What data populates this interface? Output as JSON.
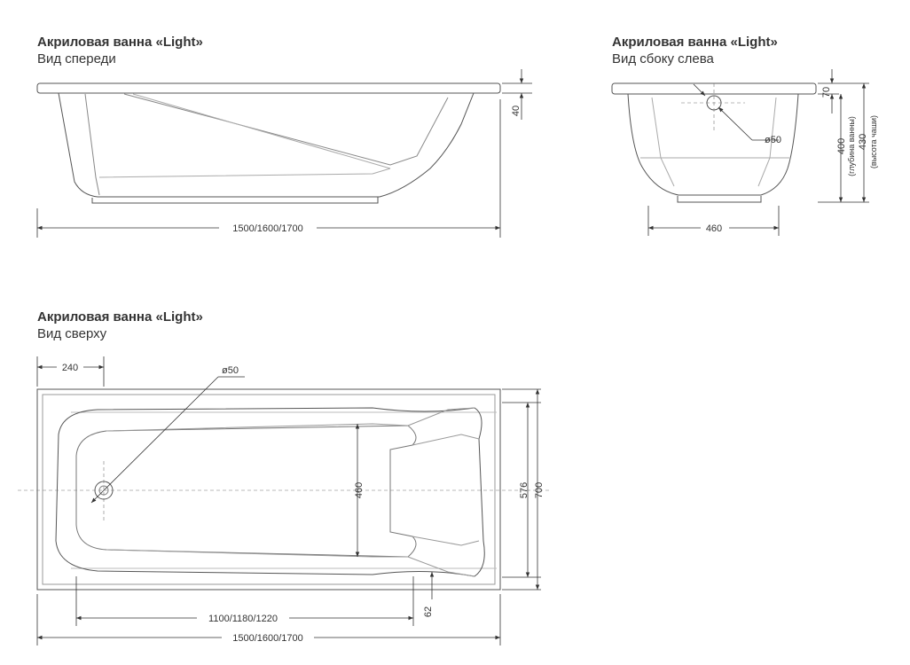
{
  "front_view": {
    "title": "Акриловая ванна «Light»",
    "subtitle": "Вид спереди",
    "dim_length": "1500/1600/1700",
    "dim_rim": "40"
  },
  "side_view": {
    "title": "Акриловая ванна «Light»",
    "subtitle": "Вид сбоку слева",
    "dim_rim": "70",
    "dim_depth": "400",
    "dim_depth_note": "(глубина ванны)",
    "dim_height": "430",
    "dim_height_note": "(высота чаши)",
    "dim_drain": "ø50",
    "dim_width": "460"
  },
  "top_view": {
    "title": "Акриловая ванна «Light»",
    "subtitle": "Вид сверху",
    "dim_drain_offset": "240",
    "dim_drain": "ø50",
    "dim_inner_width": "460",
    "dim_bowl_width": "576",
    "dim_total_width": "700",
    "dim_bowl_length": "1100/1180/1220",
    "dim_total_length": "1500/1600/1700",
    "dim_edge": "62"
  },
  "colors": {
    "line": "#555555",
    "dim": "#333333"
  }
}
